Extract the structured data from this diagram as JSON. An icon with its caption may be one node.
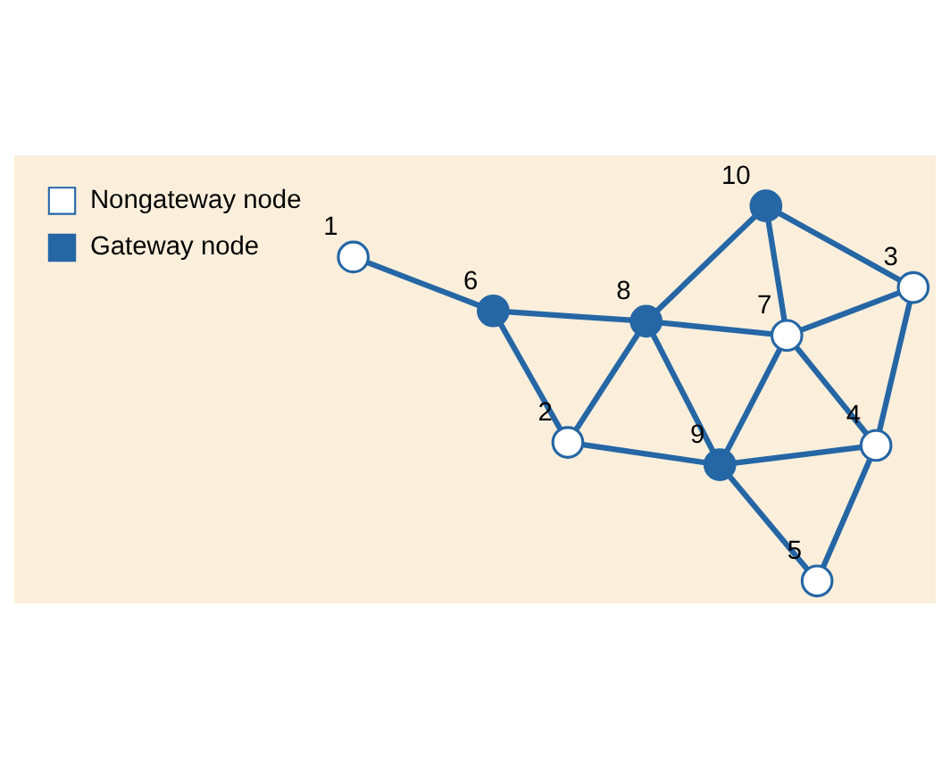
{
  "diagram": {
    "nodes": [
      {
        "text": [],
        "shape": "circle",
        "beside": [
          "1"
        ]
      },
      {
        "text": [],
        "shape": "circle",
        "beside": [
          "6"
        ]
      },
      {
        "text": [],
        "shape": "circle",
        "beside": [
          "2"
        ]
      },
      {
        "text": [],
        "shape": "circle",
        "beside": [
          "8"
        ]
      },
      {
        "text": [],
        "shape": "circle",
        "beside": [
          "10"
        ]
      },
      {
        "text": [],
        "shape": "circle",
        "beside": [
          "9"
        ]
      },
      {
        "text": [],
        "shape": "circle",
        "beside": [
          "7"
        ]
      },
      {
        "text": [],
        "shape": "circle",
        "beside": [
          "3"
        ]
      },
      {
        "text": [],
        "shape": "circle",
        "beside": [
          "5"
        ]
      },
      {
        "text": [],
        "shape": "circle",
        "beside": [
          "4"
        ]
      }
    ],
    "edges": [
      {
        "from": 0,
        "to": 1,
        "arrow": "none"
      },
      {
        "from": 1,
        "to": 2,
        "arrow": "none"
      },
      {
        "from": 1,
        "to": 3,
        "arrow": "none"
      },
      {
        "from": 2,
        "to": 3,
        "arrow": "none"
      },
      {
        "from": 2,
        "to": 5,
        "arrow": "none"
      },
      {
        "from": 3,
        "to": 5,
        "arrow": "none"
      },
      {
        "from": 3,
        "to": 4,
        "arrow": "none"
      },
      {
        "from": 3,
        "to": 6,
        "arrow": "none"
      },
      {
        "from": 5,
        "to": 6,
        "arrow": "none"
      },
      {
        "from": 4,
        "to": 6,
        "arrow": "none"
      },
      {
        "from": 4,
        "to": 7,
        "arrow": "none"
      },
      {
        "from": 5,
        "to": 8,
        "arrow": "none"
      },
      {
        "from": 5,
        "to": 9,
        "arrow": "none"
      },
      {
        "from": 6,
        "to": 7,
        "arrow": "none"
      },
      {
        "from": 6,
        "to": 9,
        "arrow": "none"
      },
      {
        "from": 8,
        "to": 9,
        "arrow": "none"
      },
      {
        "from": 9,
        "to": 7,
        "arrow": "none"
      }
    ],
    "legend": [
      {
        "text": "Nongateway node",
        "color": "#ffffff"
      },
      {
        "text": "Gateway node",
        "color": "#2566a5"
      }
    ]
  }
}
